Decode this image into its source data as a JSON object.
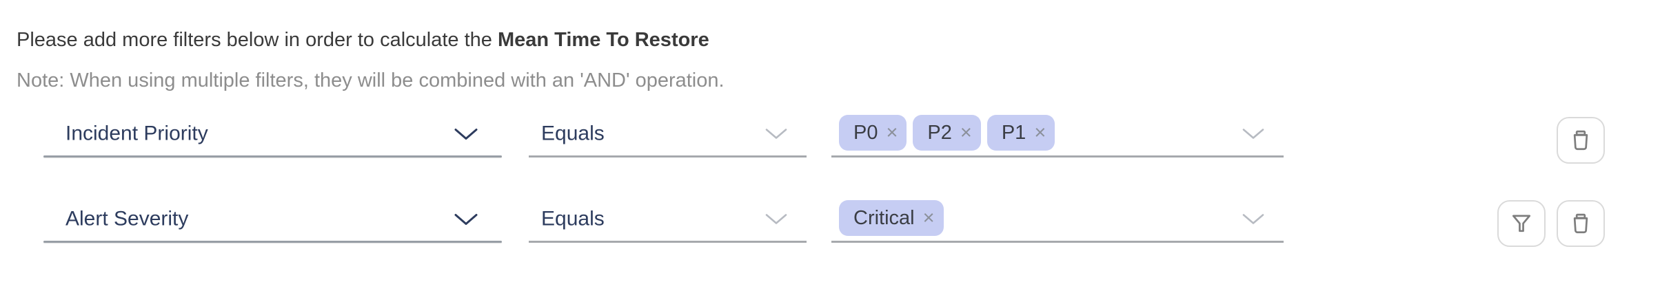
{
  "header": {
    "intro": "Please add more filters below in order to calculate the",
    "metric": "Mean Time To Restore",
    "note": "Note: When using multiple filters, they will be combined with an 'AND' operation."
  },
  "filters": {
    "remove_glyph": "×",
    "rows": [
      {
        "field": "Incident Priority",
        "operator": "Equals",
        "values": [
          {
            "label": "P0"
          },
          {
            "label": "P2"
          },
          {
            "label": "P1"
          }
        ]
      },
      {
        "field": "Alert Severity",
        "operator": "Equals",
        "values": [
          {
            "label": "Critical"
          }
        ]
      }
    ]
  },
  "icons": {
    "field_chevron": "chevron-down-icon",
    "operator_chevron": "chevron-down-icon",
    "values_chevron": "chevron-down-icon",
    "row_actions": [
      "filter-icon",
      "trash-icon"
    ]
  },
  "colors": {
    "tag_background": "#c6cdf3",
    "field_label": "#2d3c5e",
    "note_text": "#8d8d8d",
    "underline": "#a6a9ad",
    "icon": "#7d7d7d"
  }
}
